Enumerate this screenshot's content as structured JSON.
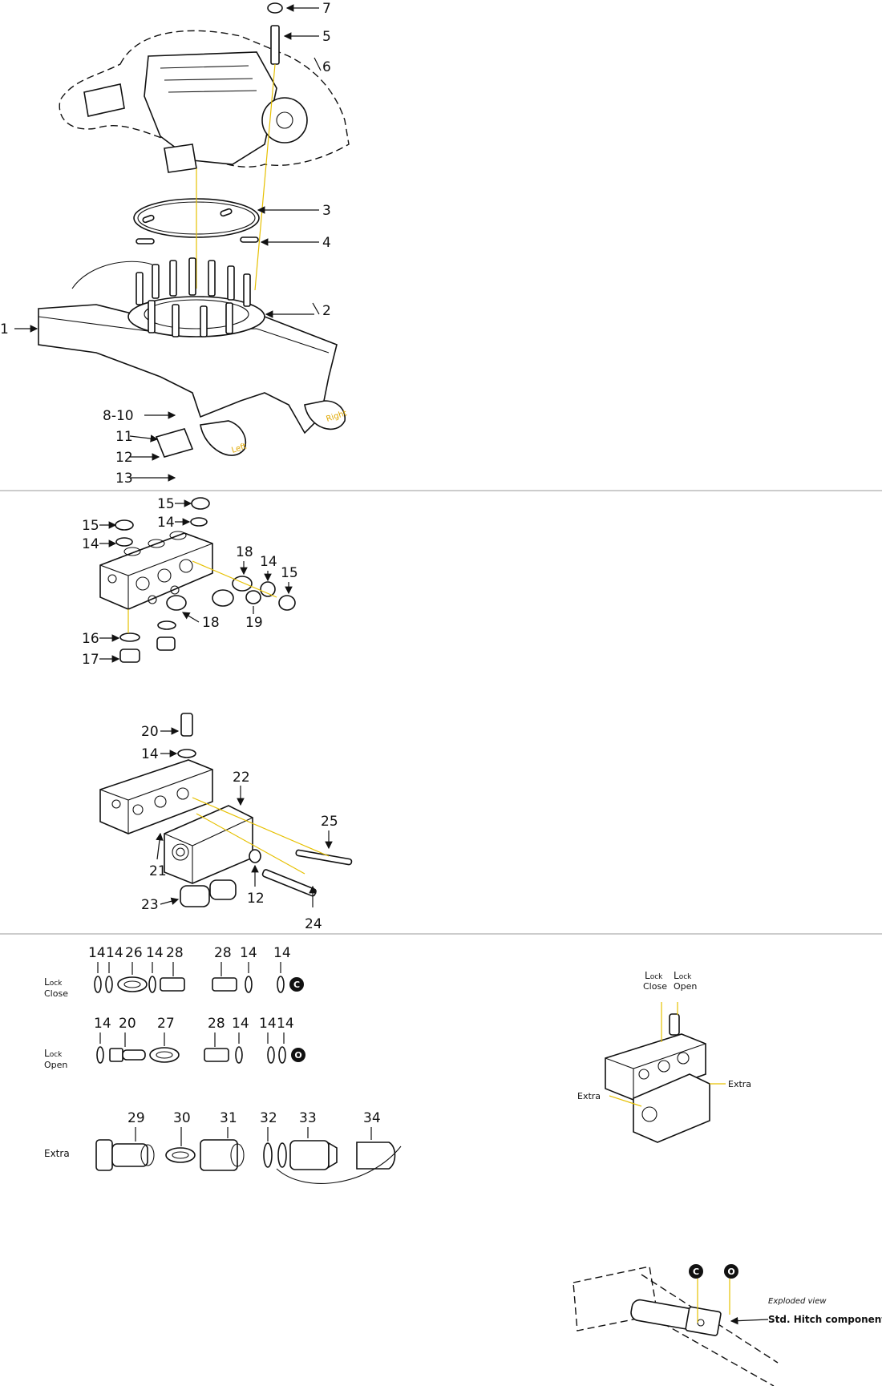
{
  "callouts": {
    "top": [
      "7",
      "5",
      "6",
      "3",
      "4",
      "2",
      "1",
      "8-10",
      "11",
      "12",
      "13"
    ],
    "valve": [
      "15",
      "15",
      "14",
      "14",
      "18",
      "14",
      "15",
      "18",
      "19",
      "16",
      "17"
    ],
    "extra_block": [
      "20",
      "14",
      "22",
      "25",
      "21",
      "12",
      "23",
      "24"
    ]
  },
  "side_labels": {
    "right": "Right",
    "left": "Left"
  },
  "rows": {
    "lock_close": {
      "label_cap": "L",
      "label_rest": "ock",
      "label_sub": "Close",
      "numbers": [
        "14",
        "14",
        "26",
        "14",
        "28",
        "28",
        "14",
        "14"
      ],
      "badge": "C"
    },
    "lock_open": {
      "label_cap": "L",
      "label_rest": "ock",
      "label_sub": "Open",
      "numbers": [
        "14",
        "20",
        "27",
        "28",
        "14",
        "14",
        "14"
      ],
      "badge": "O"
    },
    "extra": {
      "label": "Extra",
      "numbers": [
        "29",
        "30",
        "31",
        "32",
        "33",
        "34"
      ]
    }
  },
  "overview": {
    "lock_close_cap": "L",
    "lock_close_rest": "ock",
    "lock_close_sub": "Close",
    "lock_open_cap": "L",
    "lock_open_rest": "ock",
    "lock_open_sub": "Open",
    "extra_left": "Extra",
    "extra_right": "Extra"
  },
  "hitch": {
    "badge_c": "C",
    "badge_o": "O",
    "caption_italic": "Exploded view",
    "caption_bold": "Std. Hitch components"
  },
  "colors": {
    "line": "#111111",
    "highlight": "#e6c000",
    "separator": "#999999"
  }
}
